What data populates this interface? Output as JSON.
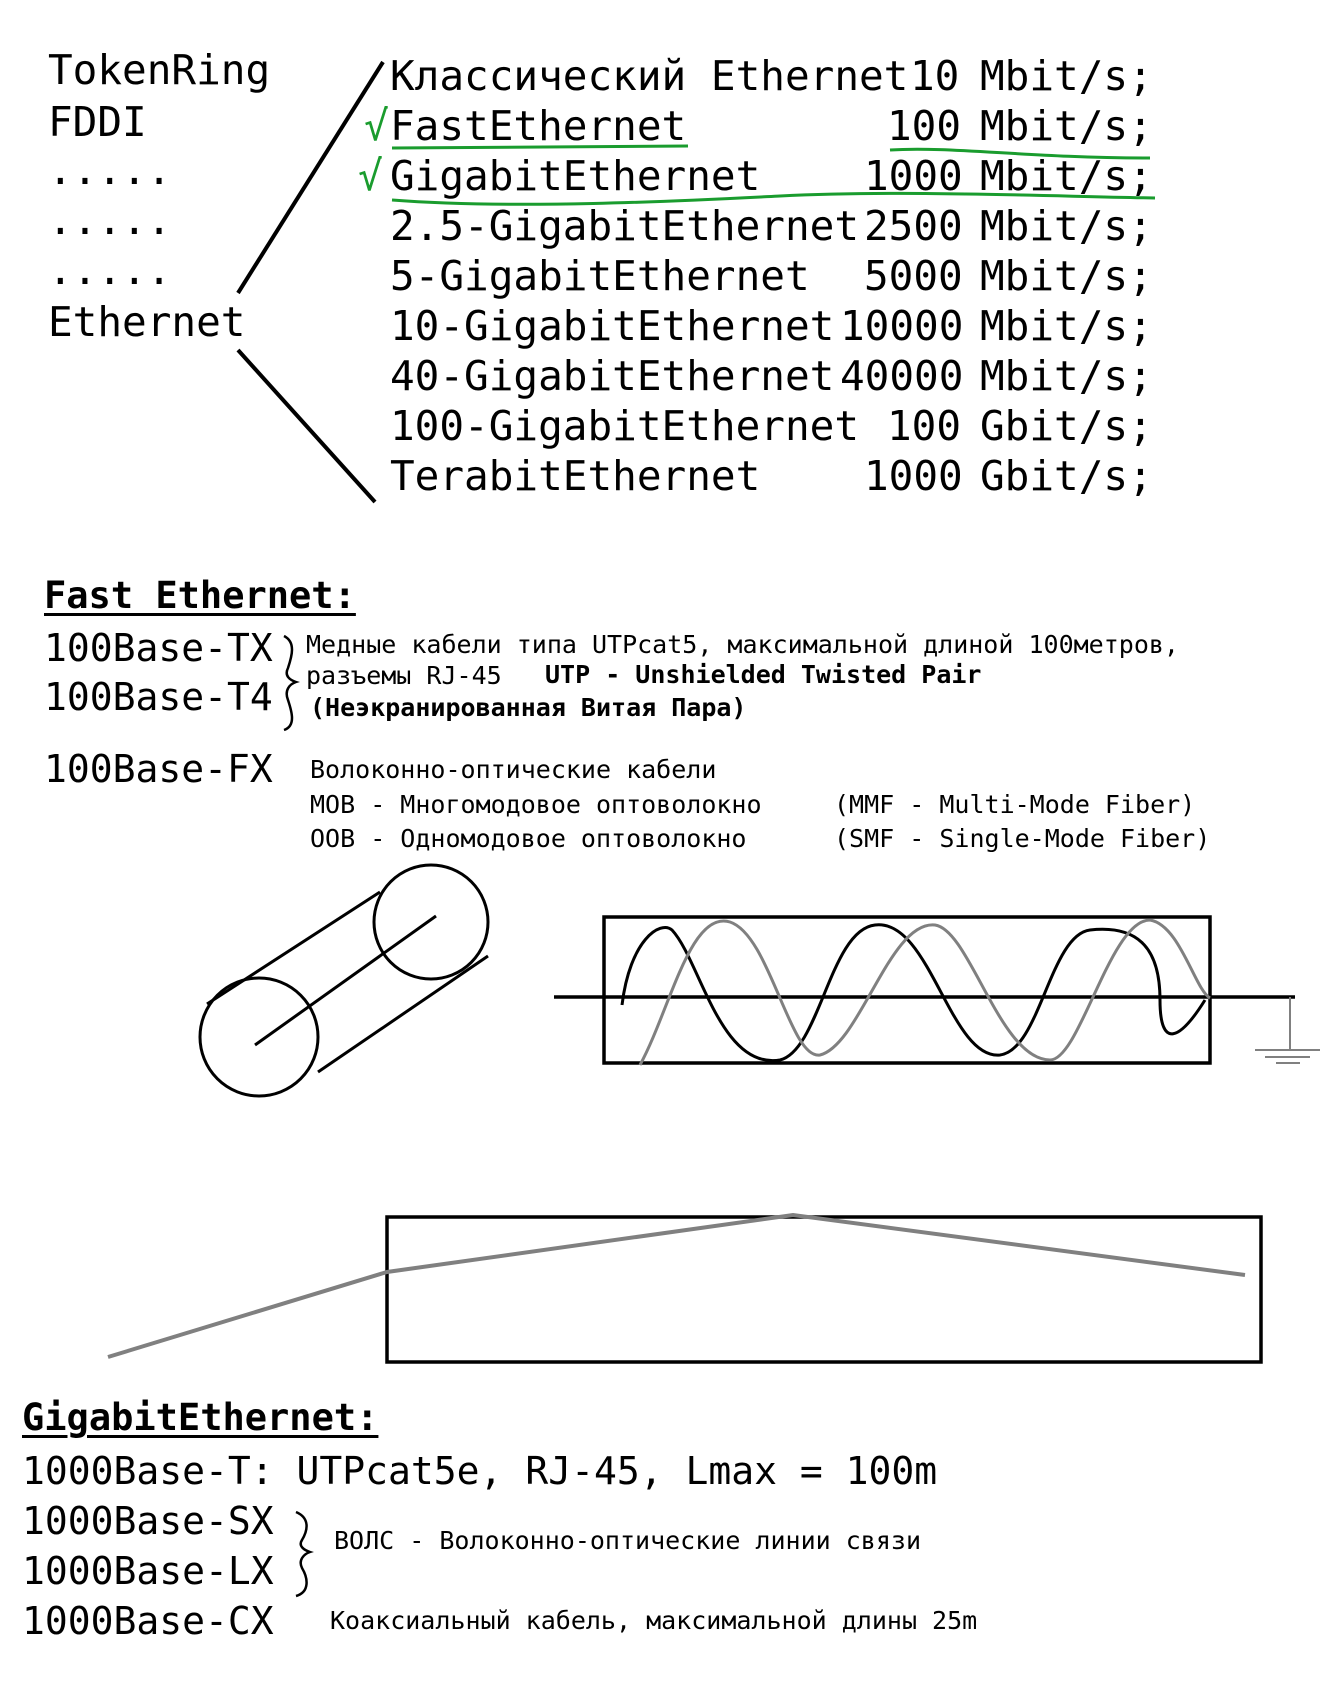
{
  "left_list": [
    "TokenRing",
    "FDDI",
    ".....",
    ".....",
    ".....",
    "Ethernet"
  ],
  "ethernet_variants": [
    {
      "check": "",
      "name": "Классический Ethernet",
      "speed": "10",
      "unit": "Mbit/s;"
    },
    {
      "check": "√",
      "name": "FastEthernet",
      "speed": "100",
      "unit": "Mbit/s;"
    },
    {
      "check": "√",
      "name": "GigabitEthernet",
      "speed": "1000",
      "unit": "Mbit/s;"
    },
    {
      "check": "",
      "name": "2.5-GigabitEthernet",
      "speed": "2500",
      "unit": "Mbit/s;"
    },
    {
      "check": "",
      "name": "5-GigabitEthernet",
      "speed": "5000",
      "unit": "Mbit/s;"
    },
    {
      "check": "",
      "name": "10-GigabitEthernet",
      "speed": "10000",
      "unit": "Mbit/s;"
    },
    {
      "check": "",
      "name": "40-GigabitEthernet",
      "speed": "40000",
      "unit": "Mbit/s;"
    },
    {
      "check": "",
      "name": "100-GigabitEthernet",
      "speed": "100",
      "unit": "Gbit/s;"
    },
    {
      "check": "",
      "name": "TerabitEthernet",
      "speed": "1000",
      "unit": "Gbit/s;"
    }
  ],
  "fast_ethernet": {
    "heading": "Fast Ethernet:",
    "tx": "100Base-TX",
    "t4": "100Base-T4",
    "copper_line1": "Медные кабели типа UTPcat5, максимальной длиной 100метров,",
    "copper_line2": "разъемы RJ-45",
    "utp_bold": "UTP - Unshielded Twisted Pair",
    "utp_ru": "(Неэкранированная Витая Пара)",
    "fx": "100Base-FX",
    "fiber_line1": "Волоконно-оптические кабели",
    "mob": "МОВ - Многомодовое оптоволокно",
    "mmf": "(MMF - Multi-Mode Fiber)",
    "oob": "ООВ - Одномодовое оптоволокно",
    "smf": "(SMF - Single-Mode Fiber)"
  },
  "gigabit_ethernet": {
    "heading": "GigabitEthernet:",
    "t": "1000Base-T: UTPcat5e, RJ-45, Lmax = 100m",
    "sx": "1000Base-SX",
    "lx": "1000Base-LX",
    "vols": "ВОЛС - Волоконно-оптические линии связи",
    "cx": "1000Base-CX",
    "coax": "Коаксиальный кабель, максимальной длины 25m"
  },
  "colors": {
    "check_green": "#1a9c2e",
    "wave_dark": "#000000",
    "wave_gray": "#808080"
  }
}
